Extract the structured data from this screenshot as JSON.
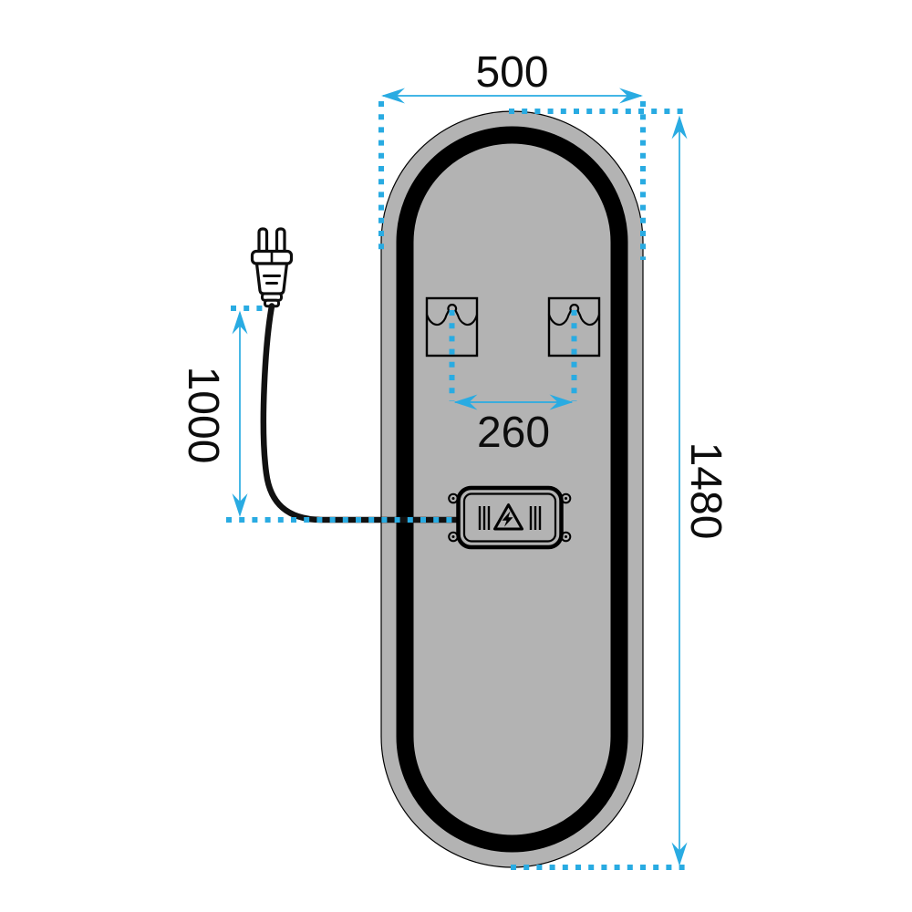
{
  "diagram": {
    "kind": "technical-dimension-diagram",
    "subject": "pill-shaped LED mirror rear view with mounting and cable dimensions",
    "dimensions": {
      "width_top": {
        "value": "500"
      },
      "height_right": {
        "value": "1480"
      },
      "bracket_spacing": {
        "value": "260"
      },
      "cable_length": {
        "value": "1000"
      }
    },
    "colors": {
      "dimension_accent": "#29abe2",
      "mirror_gray": "#b3b3b3",
      "outline_black": "#000000",
      "plug_fill": "#ffffff",
      "background": "#ffffff"
    },
    "icons": {
      "power_plug": "eu-two-prong-plug-icon",
      "warning_triangle": "electrical-hazard-triangle-icon",
      "lightning_bolt": "lightning-bolt-icon",
      "mounting_bracket": "keyhole-bracket-icon"
    }
  }
}
